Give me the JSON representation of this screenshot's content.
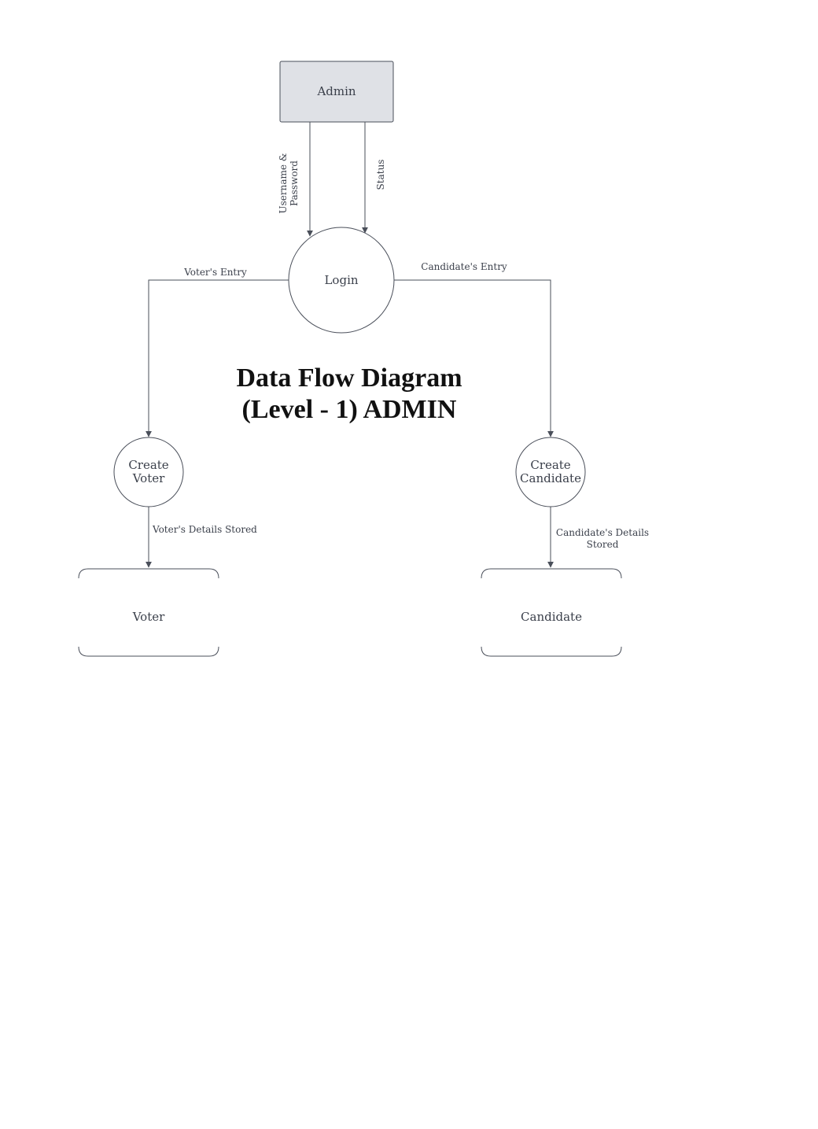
{
  "title": {
    "line1": "Data Flow Diagram",
    "line2": "(Level - 1) ADMIN"
  },
  "nodes": {
    "admin": "Admin",
    "login": "Login",
    "create_voter": [
      "Create",
      "Voter"
    ],
    "create_candidate": [
      "Create",
      "Candidate"
    ],
    "voter_store": "Voter",
    "candidate_store": "Candidate"
  },
  "flows": {
    "username_password": [
      "Username &",
      "Password"
    ],
    "status": "Status",
    "voters_entry": "Voter's Entry",
    "candidates_entry": "Candidate's Entry",
    "voters_details_stored": "Voter's Details Stored",
    "candidates_details_stored": [
      "Candidate's Details",
      "Stored"
    ]
  },
  "colors": {
    "admin_fill": "#dfe1e6",
    "stroke": "#4a4f5a",
    "text": "#3a3f4a"
  }
}
